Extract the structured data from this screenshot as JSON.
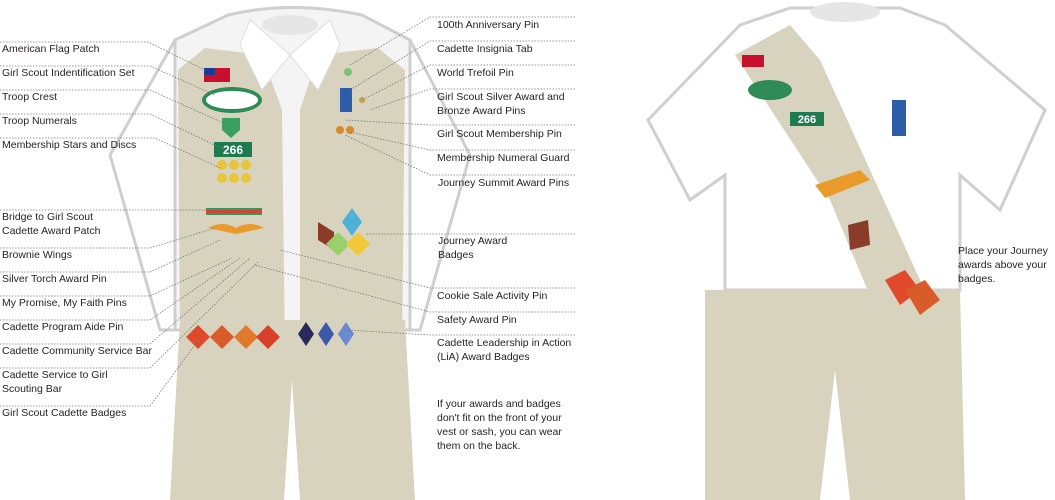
{
  "left_labels": [
    {
      "text": "American Flag Patch"
    },
    {
      "text": "Girl Scout Indentification Set"
    },
    {
      "text": "Troop Crest"
    },
    {
      "text": "Troop Numerals"
    },
    {
      "text": "Membership Stars and Discs"
    },
    {
      "text": "Bridge to Girl Scout\nCadette Award Patch"
    },
    {
      "text": "Brownie Wings"
    },
    {
      "text": "Silver Torch Award Pin"
    },
    {
      "text": "My Promise, My Faith Pins"
    },
    {
      "text": "Cadette Program Aide Pin"
    },
    {
      "text": "Cadette Community Service Bar"
    },
    {
      "text": "Cadette Service to Girl\nScouting Bar"
    },
    {
      "text": "Girl Scout Cadette Badges"
    }
  ],
  "right_labels": [
    {
      "text": "100th Anniversary Pin"
    },
    {
      "text": "Cadette Insignia Tab"
    },
    {
      "text": "World Trefoil Pin"
    },
    {
      "text": "Girl Scout Silver Award and\nBronze Award Pins"
    },
    {
      "text": "Girl Scout Membership Pin"
    },
    {
      "text": "Membership Numeral Guard"
    },
    {
      "text": "Journey Summit Award Pins"
    },
    {
      "text": "Journey Award\nBadges"
    },
    {
      "text": "Cookie Sale Activity Pin"
    },
    {
      "text": "Safety Award Pin"
    },
    {
      "text": "Cadette Leadership in Action\n(LiA) Award Badges"
    }
  ],
  "notes": {
    "back_note": "If your awards and badges don't fit on the front of your vest or sash, you can wear them on the back.",
    "sash_note": "Place your Journey awards above your badges."
  },
  "patches": {
    "troop_numerals": "266"
  },
  "colors": {
    "khaki": "#d7d3be",
    "outline": "#cfcfcf",
    "green": "#1e7b4f"
  }
}
